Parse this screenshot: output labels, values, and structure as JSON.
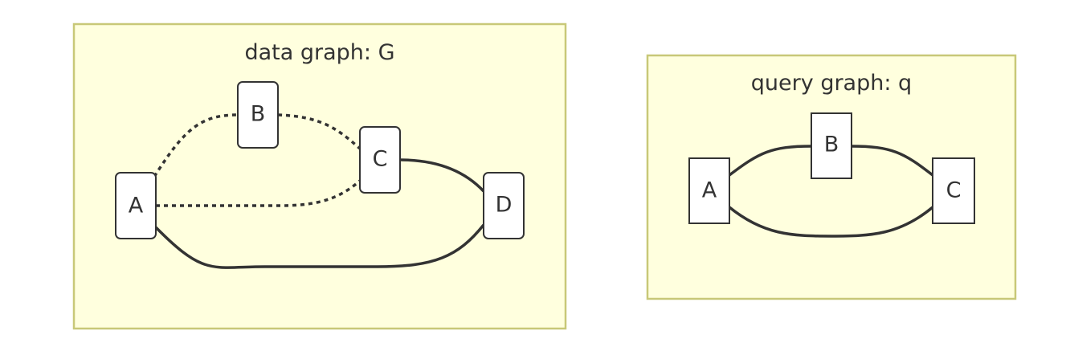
{
  "clusters": {
    "data_graph": {
      "title": "data graph: G",
      "nodes": {
        "a": "A",
        "b": "B",
        "c": "C",
        "d": "D"
      },
      "edges": [
        {
          "from": "A",
          "to": "B",
          "style": "dotted"
        },
        {
          "from": "B",
          "to": "C",
          "style": "dotted"
        },
        {
          "from": "A",
          "to": "C",
          "style": "dotted"
        },
        {
          "from": "C",
          "to": "D",
          "style": "solid"
        },
        {
          "from": "A",
          "to": "D",
          "style": "solid"
        }
      ]
    },
    "query_graph": {
      "title": "query graph: q",
      "nodes": {
        "a": "A",
        "b": "B",
        "c": "C"
      },
      "edges": [
        {
          "from": "A",
          "to": "B",
          "style": "solid"
        },
        {
          "from": "B",
          "to": "C",
          "style": "solid"
        },
        {
          "from": "A",
          "to": "C",
          "style": "solid"
        }
      ]
    }
  },
  "colors": {
    "cluster_fill": "#ffffde",
    "cluster_border": "#c8c878",
    "node_fill": "#ffffff",
    "line": "#333333"
  }
}
